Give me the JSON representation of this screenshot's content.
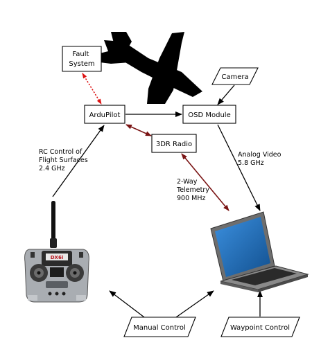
{
  "nodes": {
    "fault_system": "Fault\nSystem",
    "ardupilot": "ArduPilot",
    "camera": "Camera",
    "osd_module": "OSD Module",
    "radio_3dr": "3DR Radio",
    "manual_control": "Manual Control",
    "waypoint_control": "Waypoint Control"
  },
  "edge_labels": {
    "rc_control": "RC Control of\nFlight Surfaces\n2.4 GHz",
    "analog_video": "Analog Video\n5.8 GHz",
    "telemetry": "2-Way\nTelemetry\n900 MHz"
  },
  "transmitter_brand": "DX6i",
  "colors": {
    "fault_link": "#dd1111",
    "telemetry_link": "#7a1414",
    "box_stroke": "#000000",
    "laptop_screen": "#1f6fc0",
    "transmitter_body": "#a9adb2",
    "airplane": "#000000"
  },
  "icons": [
    "airplane-icon",
    "transmitter-icon",
    "laptop-icon"
  ]
}
